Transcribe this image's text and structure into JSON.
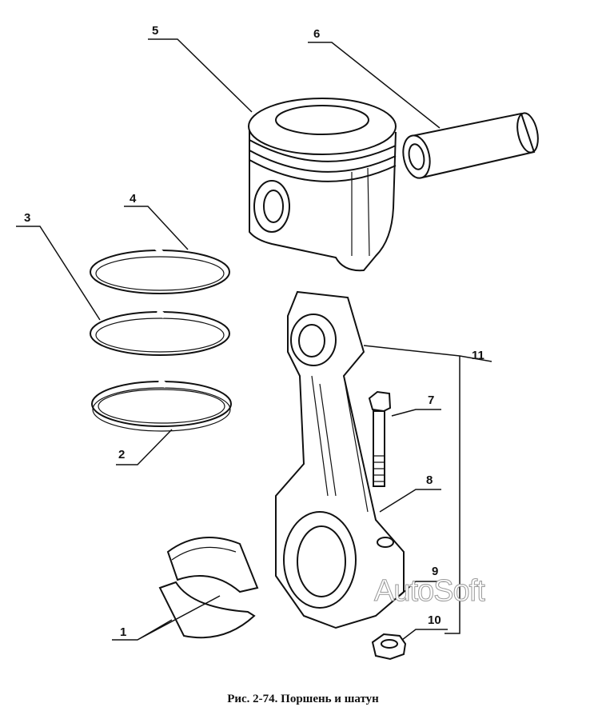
{
  "figure": {
    "caption": "Рис. 2-74. Поршень и шатун",
    "watermark": "AutoSoft",
    "callouts": {
      "c1": "1",
      "c2": "2",
      "c3": "3",
      "c4": "4",
      "c5": "5",
      "c6": "6",
      "c7": "7",
      "c8": "8",
      "c9": "9",
      "c10": "10",
      "c11": "11"
    }
  }
}
